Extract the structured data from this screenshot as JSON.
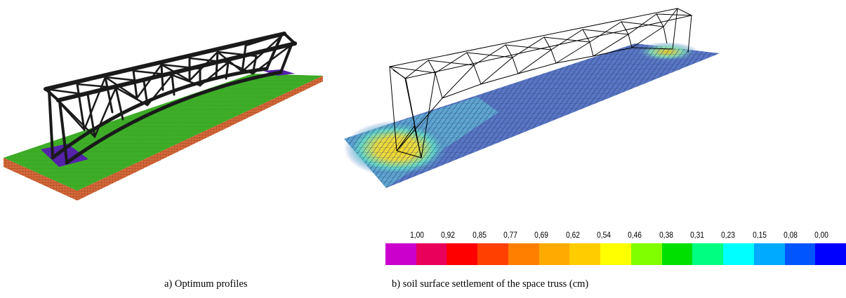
{
  "captions": {
    "a": "a) Optimum profiles",
    "b": "b) soil surface settlement of the space truss (cm)"
  },
  "legend": {
    "labels": [
      "1,00",
      "0,92",
      "0,85",
      "0,77",
      "0,69",
      "0,62",
      "0,54",
      "0,46",
      "0,38",
      "0,31",
      "0,23",
      "0,15",
      "0,08",
      "0,00"
    ],
    "colors": [
      "#cc00cc",
      "#e8005a",
      "#ff0000",
      "#ff4000",
      "#ff8000",
      "#ffaa00",
      "#ffcc00",
      "#ffff00",
      "#80ff00",
      "#00e000",
      "#00ff80",
      "#00ffff",
      "#00aaff",
      "#0055ff",
      "#0000ff"
    ]
  },
  "colors": {
    "foundation_green": "#33aa22",
    "foundation_mesh": "#c85a2a",
    "footing_purple": "#5522aa",
    "truss_black": "#1a1a1a",
    "soil_blue": "#5577cc",
    "soil_cyan": "#66ddcc",
    "soil_yellow": "#eedd33"
  }
}
